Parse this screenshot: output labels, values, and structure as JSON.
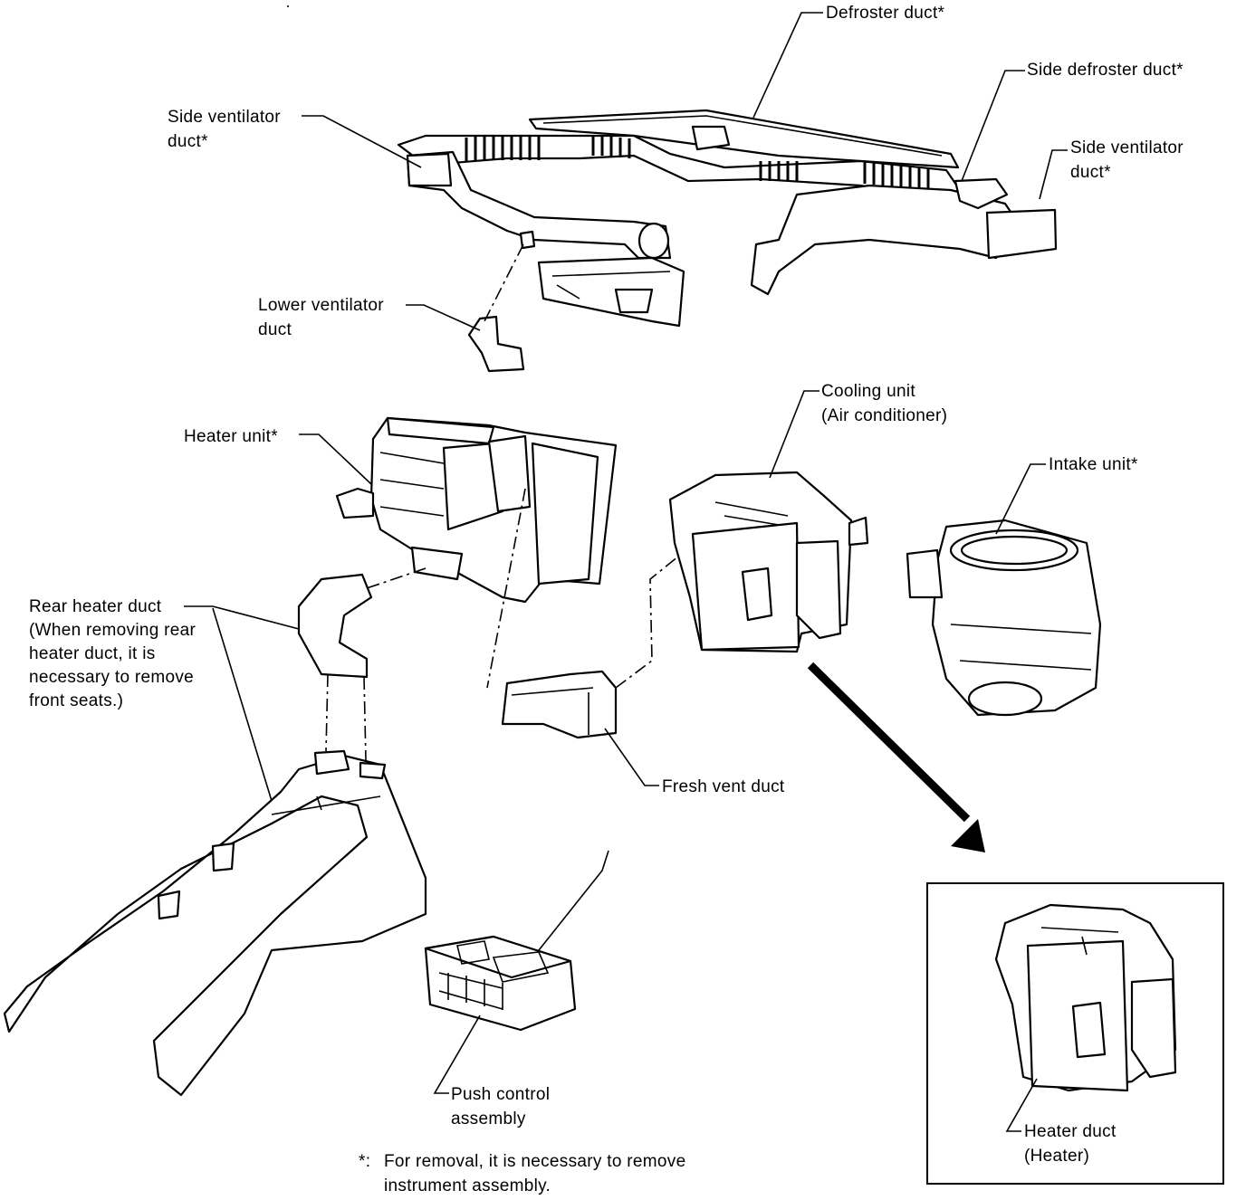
{
  "labels": {
    "defroster_duct": "Defroster duct*",
    "side_defroster_duct": "Side defroster duct*",
    "side_ventilator_duct_left": [
      "Side ventilator",
      "duct*"
    ],
    "side_ventilator_duct_right": [
      "Side ventilator",
      "duct*"
    ],
    "lower_ventilator_duct": [
      "Lower ventilator",
      "duct"
    ],
    "heater_unit": "Heater unit*",
    "cooling_unit": [
      "Cooling unit",
      "(Air conditioner)"
    ],
    "intake_unit": "Intake unit*",
    "rear_heater_duct": [
      "Rear heater duct",
      "(When removing rear",
      "heater duct, it is",
      "necessary to remove",
      "front seats.)"
    ],
    "fresh_vent_duct": "Fresh vent duct",
    "push_control_assembly": [
      "Push control",
      "assembly"
    ],
    "heater_duct": [
      "Heater duct",
      "(Heater)"
    ]
  },
  "footnote": {
    "marker": "*:",
    "lines": [
      "For removal, it is necessary to remove",
      "instrument assembly."
    ]
  }
}
